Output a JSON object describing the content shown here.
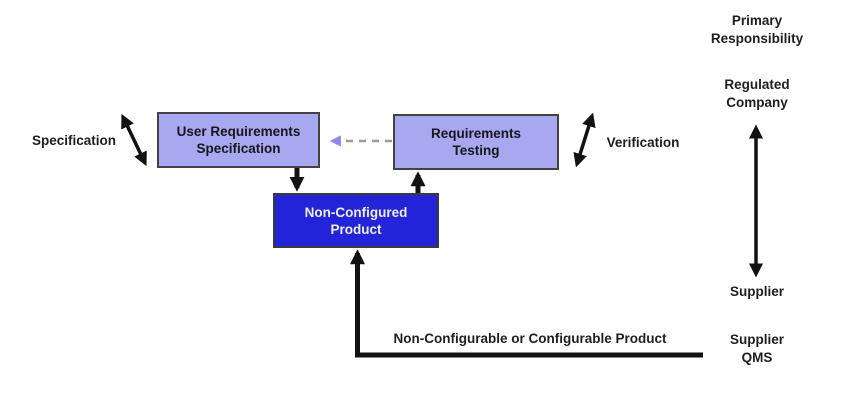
{
  "boxes": {
    "user_requirements_specification": "User Requirements\nSpecification",
    "requirements_testing": "Requirements\nTesting",
    "non_configured_product": "Non-Configured\nProduct"
  },
  "labels": {
    "specification": "Specification",
    "verification": "Verification",
    "primary_responsibility": "Primary\nResponsibility",
    "regulated_company": "Regulated\nCompany",
    "supplier": "Supplier",
    "supplier_qms": "Supplier\nQMS",
    "product_flow": "Non-Configurable or Configurable Product"
  },
  "icons": {
    "spec-double-arrow-icon": "black diagonal double-headed arrow",
    "verification-double-arrow-icon": "black diagonal double-headed arrow",
    "responsibility-double-arrow-icon": "black vertical double-headed arrow",
    "urs-to-product-arrow-icon": "thick black down arrow",
    "product-to-testing-arrow-icon": "thick black up arrow",
    "qms-to-product-arrow-icon": "thick black L-shaped up arrow",
    "testing-to-urs-dashed-arrow-icon": "gray dashed arrow pointing left"
  },
  "colors": {
    "background": "#ffffff",
    "light_box_fill": "#a8a8f0",
    "box_border": "#424242",
    "product_box_fill": "#2323d8",
    "product_box_text": "#eeeeee",
    "arrow_black": "#121212",
    "dashed_arrow": "#9a9a9a",
    "dashed_arrowhead": "#8b8bef",
    "label_text": "#1e1e1e"
  }
}
